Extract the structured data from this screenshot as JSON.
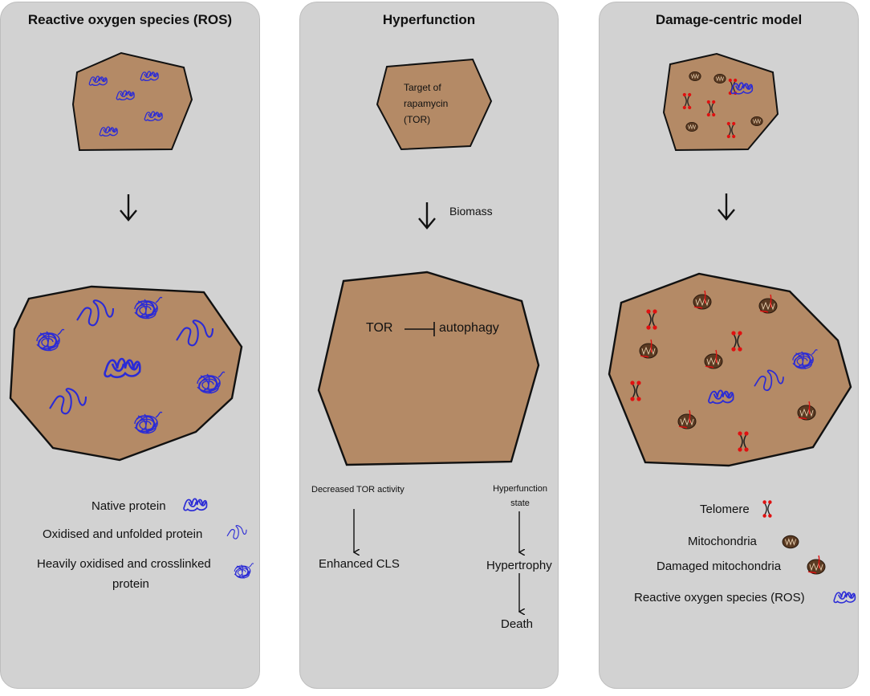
{
  "panels": {
    "ros": {
      "title": "Reactive oxygen species (ROS)",
      "legend": {
        "native": "Native protein",
        "oxidised": "Oxidised and unfolded protein",
        "crosslinked_line1": "Heavily oxidised and crosslinked",
        "crosslinked_line2": "protein"
      }
    },
    "hyper": {
      "title": "Hyperfunction",
      "cell_line1": "Target of",
      "cell_line2": "rapamycin",
      "cell_line3": "(TOR)",
      "arrow_label": "Biomass",
      "tor": "TOR",
      "autophagy": "autophagy",
      "decreased": "Decreased TOR activity",
      "hyper_state_line1": "Hyperfunction",
      "hyper_state_line2": "state",
      "enhanced": "Enhanced CLS",
      "hypertrophy": "Hypertrophy",
      "death": "Death"
    },
    "damage": {
      "title": "Damage-centric model",
      "legend": {
        "telomere": "Telomere",
        "mito": "Mitochondria",
        "damaged_mito": "Damaged mitochondria",
        "ros": "Reactive oxygen species (ROS)"
      }
    }
  },
  "colors": {
    "panel": "#d2d2d2",
    "cell": "#b48a66",
    "protein": "#2b2bd6",
    "telomere": "#e01010",
    "mito": "#5a3a22"
  },
  "icons": [
    "native-protein-icon",
    "unfolded-protein-icon",
    "crosslinked-protein-icon",
    "telomere-icon",
    "mitochondria-icon",
    "damaged-mitochondria-icon",
    "ros-icon",
    "down-arrow-icon",
    "inhibition-icon"
  ]
}
